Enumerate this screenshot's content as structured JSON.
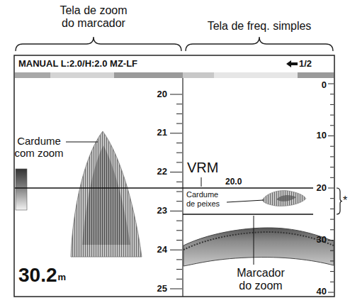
{
  "diagram": {
    "labels": [
      "Tela de zoom do marcador",
      "Tela de freq. simples",
      "MANUAL L:2.0/H:2.0 MZ-LF",
      "1/2",
      "20",
      "21",
      "22",
      "23",
      "24",
      "25",
      "0",
      "10",
      "20",
      "30",
      "40",
      "Cardume com zoom",
      "VRM",
      "20.0",
      "Cardume de peixes",
      "30.2",
      "m",
      "Marcador do zoom",
      "*"
    ]
  }
}
